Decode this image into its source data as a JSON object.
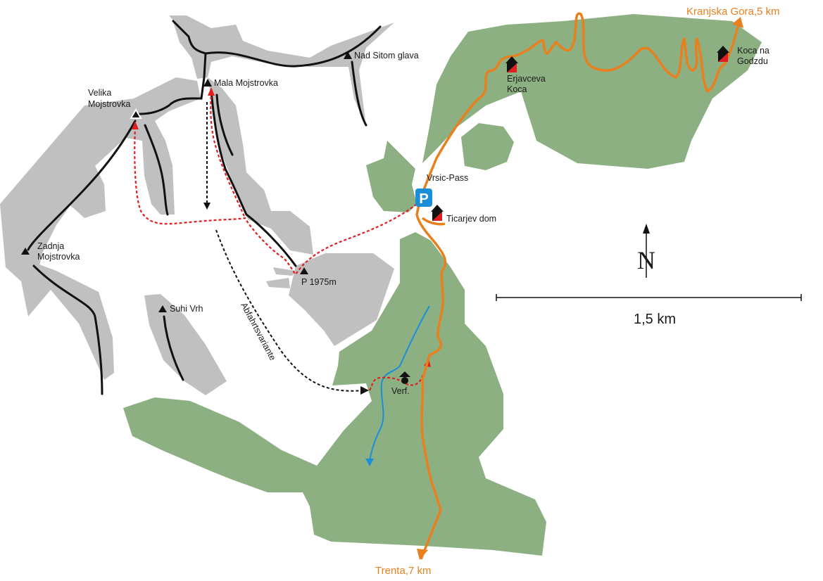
{
  "colors": {
    "rock": "#c0c0c0",
    "forest": "#8db083",
    "road": "#e8801e",
    "trail_ascent": "#e02020",
    "river": "#1a8fd8",
    "parking": "#1a8fd8"
  },
  "peaks": {
    "nad_sitom_glava": "Nad Sitom glava",
    "mala_mojstrovka": "Mala Mojstrovka",
    "velika_1": "Velika",
    "velika_2": "Mojstrovka",
    "zadnja_1": "Zadnja",
    "zadnja_2": "Mojstrovka",
    "suhi_vrh": "Suhi Vrh",
    "p1975": "P 1975m"
  },
  "huts": {
    "erjavceva_1": "Erjavceva",
    "erjavceva_2": "Koca",
    "koca_1": "Koca na",
    "koca_2": "Godzdu",
    "ticarjev": "Ticarjev dom",
    "verf": "Verf."
  },
  "places": {
    "pass": "Vrsic-Pass",
    "parking_symbol": "P",
    "descent_variant": "Abfahrtsvariante"
  },
  "destinations": {
    "north": "Kranjska Gora,5 km",
    "south": "Trenta,7 km"
  },
  "scale": {
    "label": "1,5 km"
  },
  "north_arrow": {
    "label": "N"
  }
}
